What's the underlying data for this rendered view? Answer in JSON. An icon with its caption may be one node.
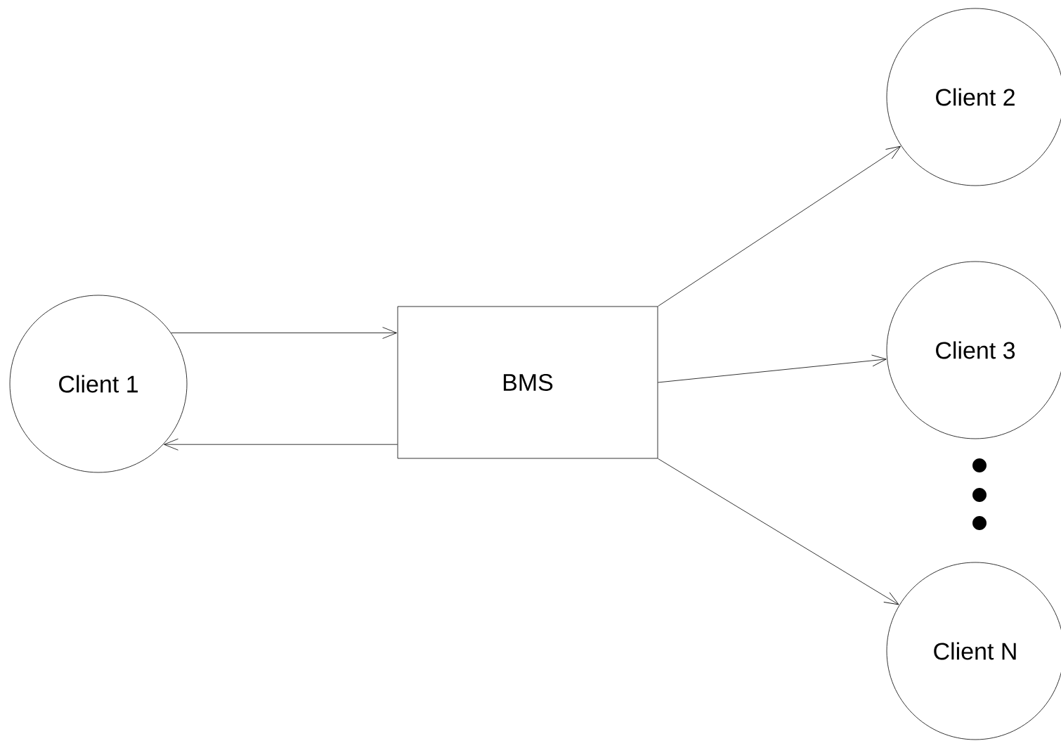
{
  "diagram": {
    "nodes": [
      {
        "text": [
          "Client 1"
        ]
      },
      {
        "text": [
          "BMS"
        ]
      },
      {
        "text": [
          "Client 2"
        ]
      },
      {
        "text": [
          "Client 3"
        ]
      },
      {
        "text": [
          "Client N"
        ]
      }
    ],
    "edges": [
      {
        "from": 0,
        "to": 1,
        "arrow": "to"
      },
      {
        "from": 1,
        "to": 0,
        "arrow": "to"
      },
      {
        "from": 1,
        "to": 2,
        "arrow": "to"
      },
      {
        "from": 1,
        "to": 3,
        "arrow": "to"
      },
      {
        "from": 1,
        "to": 4,
        "arrow": "to"
      }
    ]
  }
}
